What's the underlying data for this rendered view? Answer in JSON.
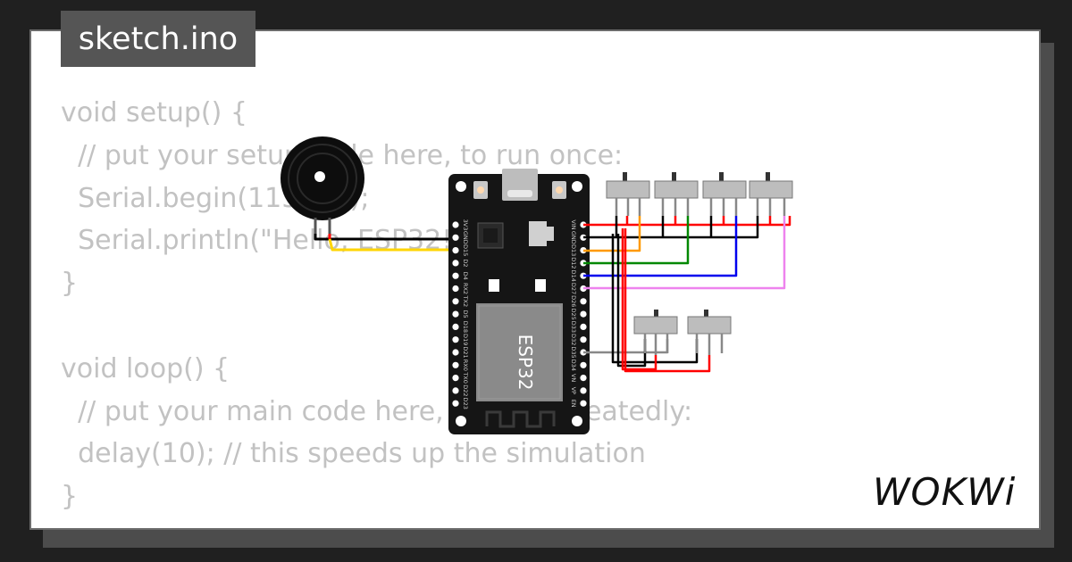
{
  "tab": {
    "filename": "sketch.ino"
  },
  "code_lines": [
    "void setup() {",
    "  // put your setup code here, to run once:",
    "  Serial.begin(115200);",
    "  Serial.println(\"Hello, ESP32!\");",
    "}",
    "",
    "void loop() {",
    "  // put your main code here, to run repeatedly:",
    "  delay(10); // this speeds up the simulation",
    "}"
  ],
  "board": {
    "chip_label": "ESP32",
    "left_pins": [
      "3V3",
      "GND",
      "D15",
      "D2",
      "D4",
      "RX2",
      "TX2",
      "D5",
      "D18",
      "D19",
      "D21",
      "RX0",
      "TX0",
      "D22",
      "D23"
    ],
    "right_pins": [
      "VIN",
      "GND",
      "D13",
      "D12",
      "D14",
      "D27",
      "D26",
      "D25",
      "D33",
      "D32",
      "D35",
      "D34",
      "VN",
      "VP",
      "EN"
    ]
  },
  "logo": {
    "text": "WOKWi"
  },
  "colors": {
    "background": "#202020",
    "card": "#ffffff",
    "tab": "#555555",
    "code_text": "#c2c2c2",
    "board": "#151515",
    "wire_red": "#ff0000",
    "wire_black": "#000000",
    "wire_yellow": "#ffd500",
    "wire_orange": "#ff9900",
    "wire_green": "#008800",
    "wire_blue": "#0000ee",
    "wire_violet": "#ee82ee",
    "wire_gray": "#888888"
  }
}
